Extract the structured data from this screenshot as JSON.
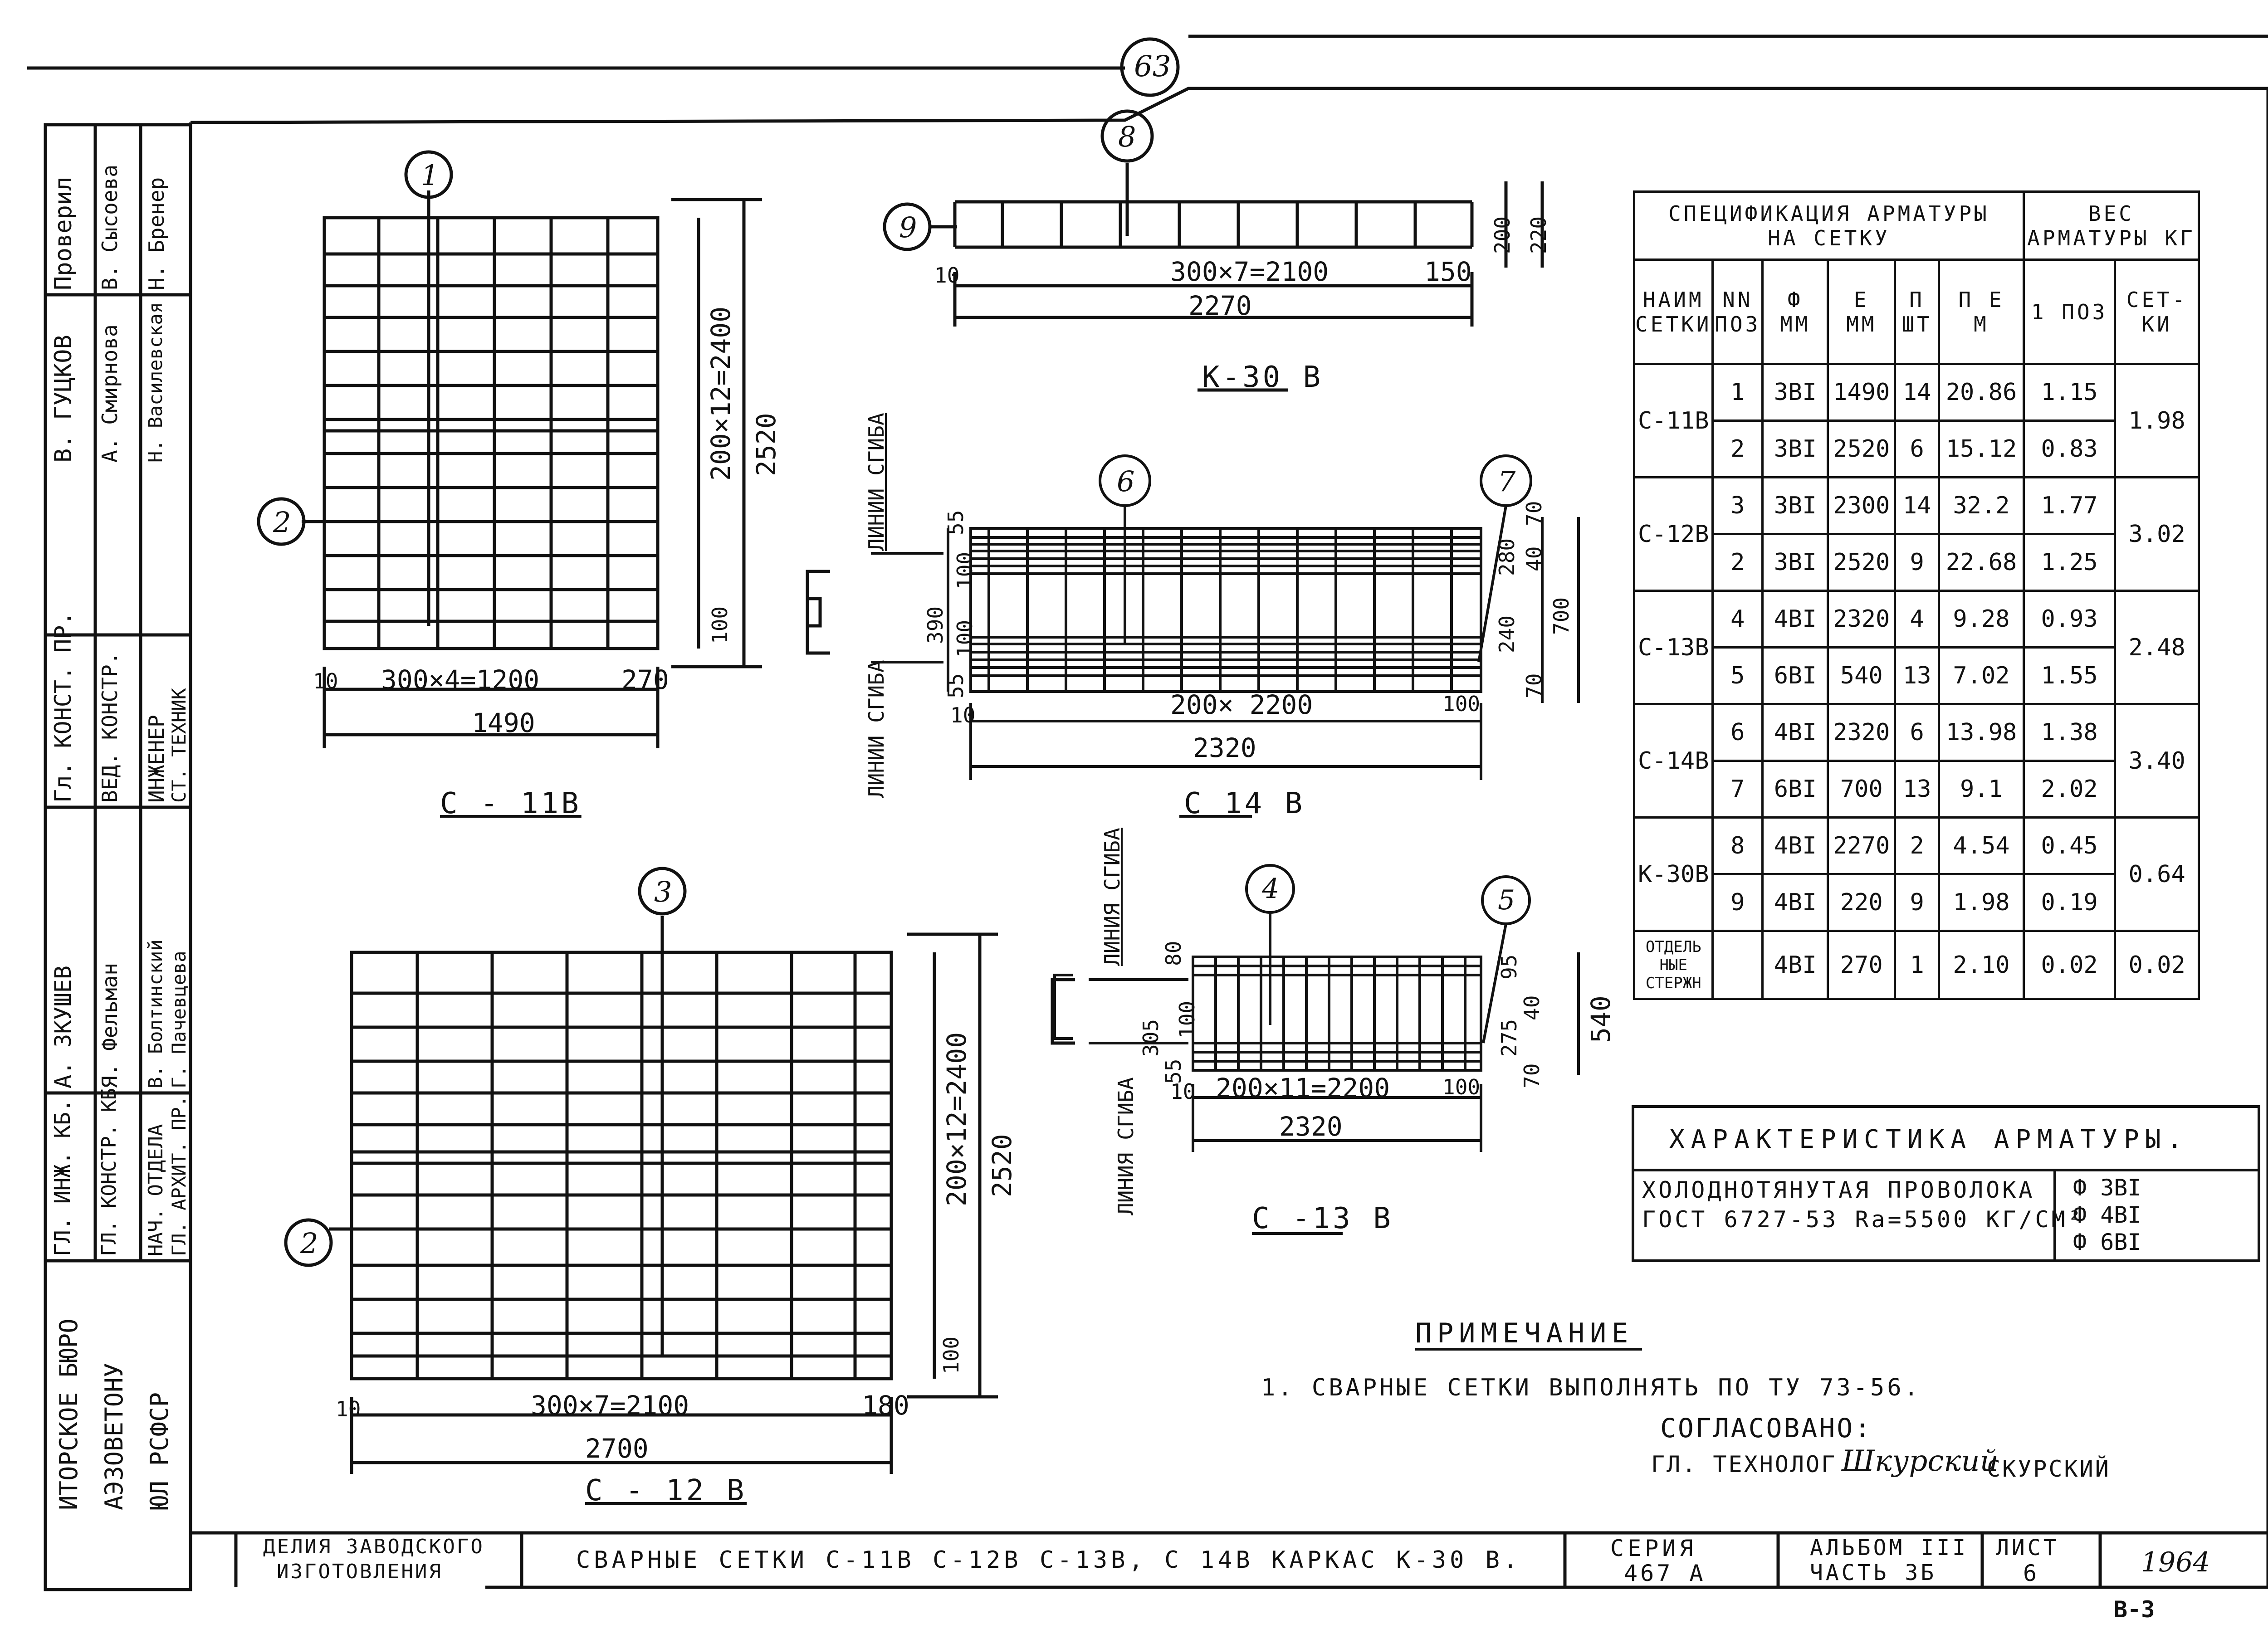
{
  "sheet": {
    "page_number": "63",
    "corner_mark": "В-3"
  },
  "stamp": {
    "header_cells": [
      "Проверил",
      "В. ГУЦКОВ",
      "Гл. КОНСТ. ПР.",
      "А. ЗКУШЕВ",
      "ГЛ. ИНЖ. КБ."
    ],
    "col_names": [
      "В. Сысоева",
      "А. Смирнова",
      "Н. Бренер",
      "Н. Василевская"
    ],
    "col_roles": [
      "ВЕД. КОНСТР.",
      "ИНЖЕНЕР",
      "СТ. ТЕХНИК"
    ],
    "col_names2": [
      "Я. Фельман",
      "В. Болтинский",
      "Г. Пачевцева"
    ],
    "col_roles2": [
      "ГЛ. КОНСТР. КБ",
      "НАЧ. ОТДЕЛА",
      "ГЛ. АРХИТ. ПР."
    ],
    "org_lines": [
      "ИТОРСКОЕ БЮРО",
      "АЭЗОВЕТОНУ",
      "ЮЛ РСФСР"
    ]
  },
  "drawings": {
    "c11": {
      "title": "С - 11В",
      "callout_top": "1",
      "callout_left": "2",
      "dim_width": "300×4=1200",
      "dim_right": "270",
      "dim_total": "1490",
      "dim_height": "200×12=2400",
      "dim_height_total": "2520",
      "dim_10": "10",
      "dim_100": "100"
    },
    "c12": {
      "title": "С - 12 В",
      "callout_top": "3",
      "callout_left": "2",
      "dim_width": "300×7=2100",
      "dim_right": "180",
      "dim_total": "2700",
      "dim_height": "200×12=2400",
      "dim_height_total": "2520",
      "dim_10": "10",
      "dim_100": "100"
    },
    "k30": {
      "title": "К-30 В",
      "callout_top": "8",
      "callout_left": "9",
      "dim_width": "300×7=2100",
      "dim_right": "150",
      "dim_total": "2270",
      "dim_200": "200",
      "dim_220": "220",
      "dim_10": "10"
    },
    "c14": {
      "title": "С 14 В",
      "callout_a": "6",
      "callout_b": "7",
      "bend_top": "ЛИНИИ СГИБА",
      "bend_bottom": "ЛИНИИ СГИБА",
      "dim_width": "200× 2200",
      "dim_right": "100",
      "dim_total": "2320",
      "dim_390": "390",
      "dim_55a": "55",
      "dim_55b": "55",
      "dim_100a": "100",
      "dim_100b": "100",
      "dim_280": "280",
      "dim_240": "240",
      "dim_700": "700",
      "dim_70a": "70",
      "dim_70b": "70",
      "dim_40": "40",
      "dim_10": "10"
    },
    "c13": {
      "title": "С -13 В",
      "callout_a": "4",
      "callout_b": "5",
      "bend_top": "ЛИНИЯ СГИБА",
      "bend_bottom": "ЛИНИЯ СГИБА",
      "dim_width": "200×11=2200",
      "dim_right": "100",
      "dim_total": "2320",
      "dim_305": "305",
      "dim_80": "80",
      "dim_55": "55",
      "dim_100": "100",
      "dim_95": "95",
      "dim_275": "275",
      "dim_540": "540",
      "dim_70": "70",
      "dim_40": "40",
      "dim_10": "10"
    }
  },
  "spec": {
    "title_line1": "СПЕЦИФИКАЦИЯ АРМАТУРЫ",
    "title_line2": "НА СЕТКУ",
    "weight_line1": "ВЕС",
    "weight_line2": "АРМАТУРЫ КГ",
    "col_name": [
      "НАИМ",
      "СЕТКИ"
    ],
    "col_pos": [
      "NN",
      "ПОЗ"
    ],
    "col_dia": [
      "Ф",
      "ММ"
    ],
    "col_len": [
      "Е",
      "ММ"
    ],
    "col_qty": [
      "П",
      "ШТ"
    ],
    "col_tot": [
      "П Е",
      "М"
    ],
    "col_w1": "1 ПОЗ",
    "col_w2": [
      "СЕТ-",
      "КИ"
    ],
    "rows": [
      {
        "grp": "С-11В",
        "pos": "1",
        "dia": "3ВI",
        "len": "1490",
        "qty": "14",
        "tot": "20.86",
        "w": "1.15",
        "gw": "1.98"
      },
      {
        "grp": "",
        "pos": "2",
        "dia": "3ВI",
        "len": "2520",
        "qty": "6",
        "tot": "15.12",
        "w": "0.83",
        "gw": ""
      },
      {
        "grp": "С-12В",
        "pos": "3",
        "dia": "3ВI",
        "len": "2300",
        "qty": "14",
        "tot": "32.2",
        "w": "1.77",
        "gw": "3.02"
      },
      {
        "grp": "",
        "pos": "2",
        "dia": "3ВI",
        "len": "2520",
        "qty": "9",
        "tot": "22.68",
        "w": "1.25",
        "gw": ""
      },
      {
        "grp": "С-13В",
        "pos": "4",
        "dia": "4ВI",
        "len": "2320",
        "qty": "4",
        "tot": "9.28",
        "w": "0.93",
        "gw": "2.48"
      },
      {
        "grp": "",
        "pos": "5",
        "dia": "6ВI",
        "len": "540",
        "qty": "13",
        "tot": "7.02",
        "w": "1.55",
        "gw": ""
      },
      {
        "grp": "С-14В",
        "pos": "6",
        "dia": "4ВI",
        "len": "2320",
        "qty": "6",
        "tot": "13.98",
        "w": "1.38",
        "gw": "3.40"
      },
      {
        "grp": "",
        "pos": "7",
        "dia": "6ВI",
        "len": "700",
        "qty": "13",
        "tot": "9.1",
        "w": "2.02",
        "gw": ""
      },
      {
        "grp": "К-30В",
        "pos": "8",
        "dia": "4ВI",
        "len": "2270",
        "qty": "2",
        "tot": "4.54",
        "w": "0.45",
        "gw": "0.64"
      },
      {
        "grp": "",
        "pos": "9",
        "dia": "4ВI",
        "len": "220",
        "qty": "9",
        "tot": "1.98",
        "w": "0.19",
        "gw": ""
      },
      {
        "grp": "ОТДЕЛЬ НЫЕ СТЕРЖН",
        "pos": "",
        "dia": "4ВI",
        "len": "270",
        "qty": "1",
        "tot": "2.10",
        "w": "0.02",
        "gw": "0.02"
      }
    ]
  },
  "steel": {
    "title": "ХАРАКТЕРИСТИКА АРМАТУРЫ.",
    "line1": "ХОЛОДНОТЯНУТАЯ ПРОВОЛОКА",
    "line2": "ГОСТ 6727-53 Rа=5500 КГ/СМ²",
    "grades": [
      "Ф 3ВI",
      "Ф 4ВI",
      "Ф 6ВI"
    ]
  },
  "note": {
    "heading": "ПРИМЕЧАНИЕ",
    "text": "1. СВАРНЫЕ СЕТКИ ВЫПОЛНЯТЬ ПО ТУ 73-56.",
    "agreed": "СОГЛАСОВАНО:",
    "tech_role": "ГЛ. ТЕХНОЛОГ",
    "tech_sign": "Шкурский",
    "tech_name": "СКУРСКИЙ"
  },
  "titleblock": {
    "left_line1": "ДЕЛИЯ ЗАВОДСКОГО",
    "left_line2": "ИЗГОТОВЛЕНИЯ",
    "title": "СВАРНЫЕ СЕТКИ С-11В С-12В С-13В, С 14В КАРКАС К-30 В.",
    "series_label": "СЕРИЯ",
    "series_value": "467 А",
    "album_label": "АЛЬБОМ III",
    "album_part": "ЧАСТЬ 3Б",
    "sheet_label": "ЛИСТ",
    "sheet_value": "6",
    "year": "1964"
  }
}
